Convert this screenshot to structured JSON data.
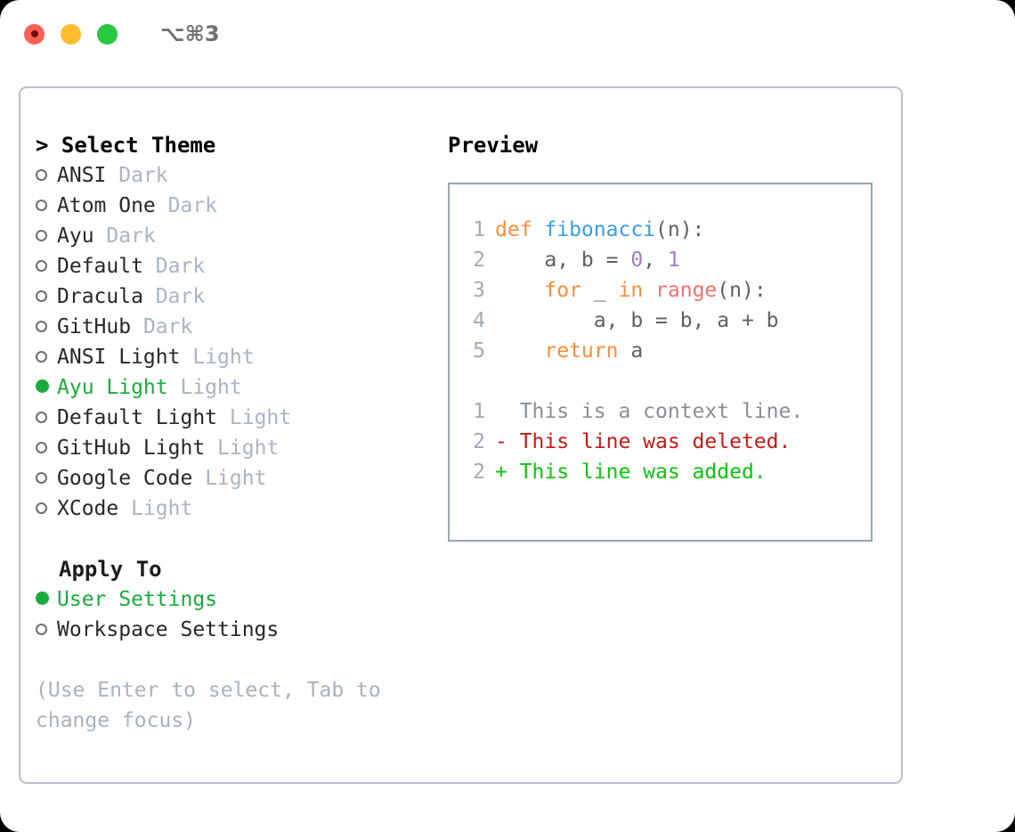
{
  "window": {
    "shortcut": "⌥⌘3",
    "traffic_lights": [
      {
        "name": "close",
        "color": "#ff5f57"
      },
      {
        "name": "minimize",
        "color": "#febc2e"
      },
      {
        "name": "maximize",
        "color": "#28c840"
      }
    ]
  },
  "theme_section": {
    "header": "> Select Theme",
    "items": [
      {
        "label": "ANSI",
        "badge": "Dark",
        "selected": false
      },
      {
        "label": "Atom One",
        "badge": "Dark",
        "selected": false
      },
      {
        "label": "Ayu",
        "badge": "Dark",
        "selected": false
      },
      {
        "label": "Default",
        "badge": "Dark",
        "selected": false
      },
      {
        "label": "Dracula",
        "badge": "Dark",
        "selected": false
      },
      {
        "label": "GitHub",
        "badge": "Dark",
        "selected": false
      },
      {
        "label": "ANSI Light",
        "badge": "Light",
        "selected": false
      },
      {
        "label": "Ayu Light",
        "badge": "Light",
        "selected": true
      },
      {
        "label": "Default Light",
        "badge": "Light",
        "selected": false
      },
      {
        "label": "GitHub Light",
        "badge": "Light",
        "selected": false
      },
      {
        "label": "Google Code",
        "badge": "Light",
        "selected": false
      },
      {
        "label": "XCode",
        "badge": "Light",
        "selected": false
      }
    ]
  },
  "apply_section": {
    "header": "Apply To",
    "items": [
      {
        "label": "User Settings",
        "selected": true
      },
      {
        "label": "Workspace Settings",
        "selected": false
      }
    ]
  },
  "hint": "(Use Enter to select, Tab to change focus)",
  "preview": {
    "title": "Preview",
    "code_lines": [
      {
        "num": "1",
        "tokens": [
          {
            "t": "def ",
            "c": "kw"
          },
          {
            "t": "fibonacci",
            "c": "fn"
          },
          {
            "t": "(n):",
            "c": "pl"
          }
        ]
      },
      {
        "num": "2",
        "tokens": [
          {
            "t": "    a, b = ",
            "c": "pl"
          },
          {
            "t": "0",
            "c": "num"
          },
          {
            "t": ", ",
            "c": "pl"
          },
          {
            "t": "1",
            "c": "num"
          }
        ]
      },
      {
        "num": "3",
        "tokens": [
          {
            "t": "    ",
            "c": "pl"
          },
          {
            "t": "for",
            "c": "kw"
          },
          {
            "t": " _ ",
            "c": "pl"
          },
          {
            "t": "in",
            "c": "kw"
          },
          {
            "t": " ",
            "c": "pl"
          },
          {
            "t": "range",
            "c": "bi"
          },
          {
            "t": "(n):",
            "c": "pl"
          }
        ]
      },
      {
        "num": "4",
        "tokens": [
          {
            "t": "        a, b = b, a + b",
            "c": "pl"
          }
        ]
      },
      {
        "num": "5",
        "tokens": [
          {
            "t": "    ",
            "c": "pl"
          },
          {
            "t": "return",
            "c": "kw"
          },
          {
            "t": " a",
            "c": "pl"
          }
        ]
      }
    ],
    "diff_lines": [
      {
        "num": "1",
        "marker": " ",
        "text": " This is a context line.",
        "kind": "ctx"
      },
      {
        "num": "2",
        "marker": "-",
        "text": " This line was deleted.",
        "kind": "del"
      },
      {
        "num": "2",
        "marker": "+",
        "text": " This line was added.",
        "kind": "add"
      }
    ]
  },
  "colors": {
    "accent_green": "#1aab3c",
    "keyword_orange": "#fa8d3e",
    "function_blue": "#399ee6",
    "number_purple": "#a37acc",
    "builtin_red": "#f07171",
    "diff_deleted": "#c41a16",
    "diff_added": "#0cc50c",
    "muted": "#aab4c2",
    "border": "#b8c0cc"
  }
}
